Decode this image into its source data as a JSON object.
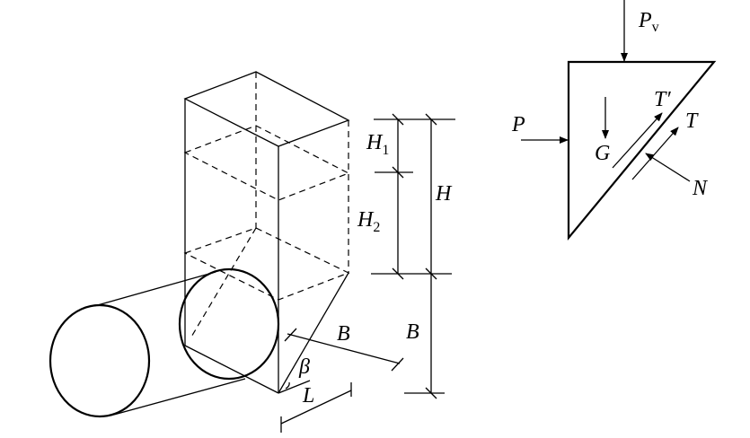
{
  "left_figure": {
    "labels": {
      "H1_main": "H",
      "H1_sub": "1",
      "H2_main": "H",
      "H2_sub": "2",
      "H": "H",
      "B_vertical": "B",
      "B_slant": "B",
      "beta": "β",
      "L": "L"
    }
  },
  "right_figure": {
    "labels": {
      "Pv_main": "P",
      "Pv_sub": "v",
      "P": "P",
      "G": "G",
      "T_prime": "T′",
      "T": "T",
      "N": "N"
    }
  }
}
